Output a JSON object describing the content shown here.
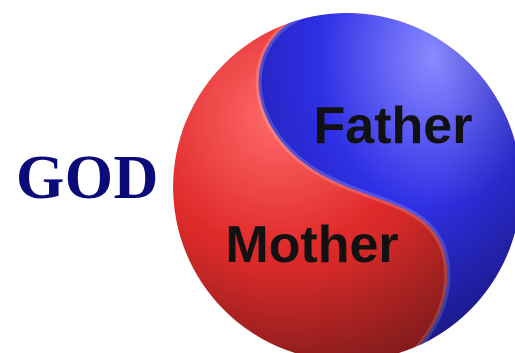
{
  "god": {
    "label": "GOD"
  },
  "father": {
    "label": "Father"
  },
  "mother": {
    "label": "Mother"
  },
  "colors": {
    "god_text": "#0a0a78",
    "father_blue": "#2f2fe6",
    "father_blue_light": "#8a8aff",
    "mother_red": "#e02a2a",
    "mother_red_dark": "#8a1f1f",
    "label_text": "#111111"
  }
}
